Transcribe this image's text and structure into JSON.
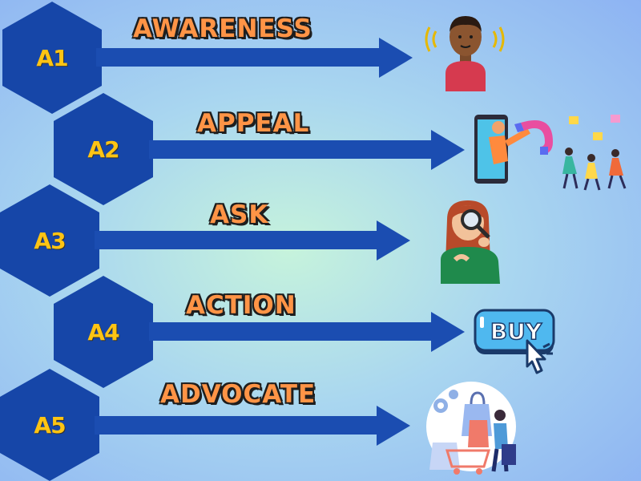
{
  "stages": [
    {
      "code": "A1",
      "label": "AWARENESS",
      "icon": "person-noticing-icon"
    },
    {
      "code": "A2",
      "label": "APPEAL",
      "icon": "phone-magnet-attract-icon"
    },
    {
      "code": "A3",
      "label": "ASK",
      "icon": "woman-magnifying-glass-icon"
    },
    {
      "code": "A4",
      "label": "ACTION",
      "icon": "buy-button-click-icon"
    },
    {
      "code": "A5",
      "label": "ADVOCATE",
      "icon": "shopping-advocate-icon"
    }
  ],
  "buy_button": {
    "text": "BUY"
  },
  "colors": {
    "hexagon": "#1646a8",
    "hexagon_text": "#ffc413",
    "arrow": "#1b4db1",
    "stage_label": "#ff9446",
    "label_outline": "#1e1e1e",
    "background_center": "#c6f3dc",
    "background_edge": "#8db3f3"
  }
}
